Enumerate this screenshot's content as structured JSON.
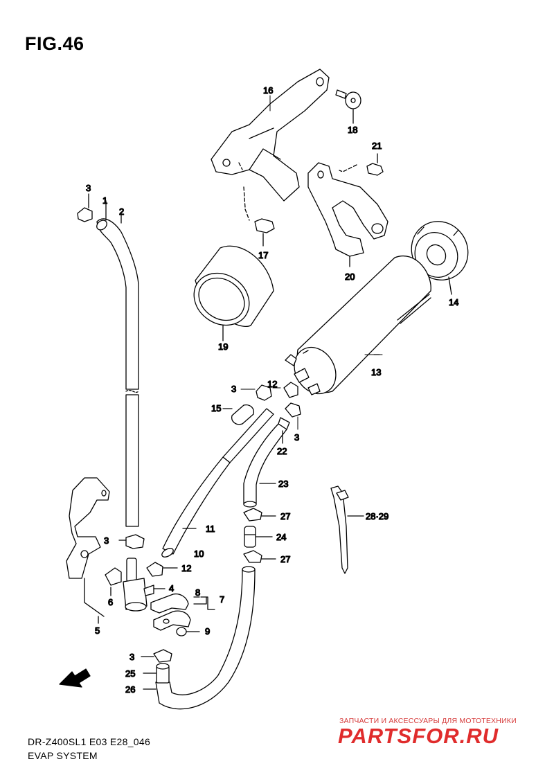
{
  "header": {
    "figure": "FIG.46"
  },
  "footer": {
    "model": "DR-Z400SL1 E03 E28_046",
    "section": "EVAP SYSTEM"
  },
  "watermark": {
    "tagline": "ЗАПЧАСТИ И АКСЕССУАРЫ ДЛЯ МОТОТЕХНИКИ",
    "brand": "PARTSFOR.RU",
    "color": "#e02c2c"
  },
  "direction_marker": {
    "label": "FWD",
    "icon": "fwd-arrow-icon"
  },
  "callouts": {
    "c1": "1",
    "c2": "2",
    "c3": "3",
    "c4": "4",
    "c5": "5",
    "c6": "6",
    "c7": "7",
    "c8": "8",
    "c9": "9",
    "c10": "10",
    "c11": "11",
    "c12": "12",
    "c13": "13",
    "c14": "14",
    "c15": "15",
    "c16": "16",
    "c17": "17",
    "c18": "18",
    "c19": "19",
    "c20": "20",
    "c21": "21",
    "c22": "22",
    "c23": "23",
    "c24": "24",
    "c25": "25",
    "c26": "26",
    "c27": "27",
    "c28_29": "28·29"
  }
}
